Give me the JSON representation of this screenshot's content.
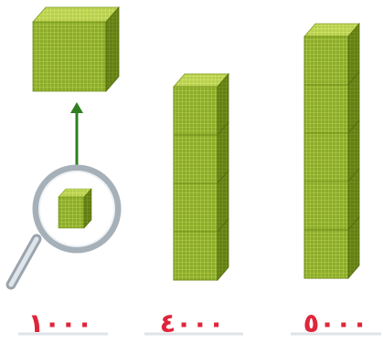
{
  "colors": {
    "cube_front": "#8bac2a",
    "cube_top": "#b7d04c",
    "cube_side": "#637f14",
    "grid_line": "#d6e86e",
    "arrow": "#2f7f22",
    "label": "#e0253a",
    "baseline": "#dfe3e8"
  },
  "icons": [
    "magnifying-glass-icon",
    "arrow-up-icon"
  ],
  "figures": [
    {
      "label": "١٠٠٠",
      "cube_count": 1
    },
    {
      "label": "٤٠٠٠",
      "cube_count": 4
    },
    {
      "label": "٥٠٠٠",
      "cube_count": 5
    }
  ]
}
